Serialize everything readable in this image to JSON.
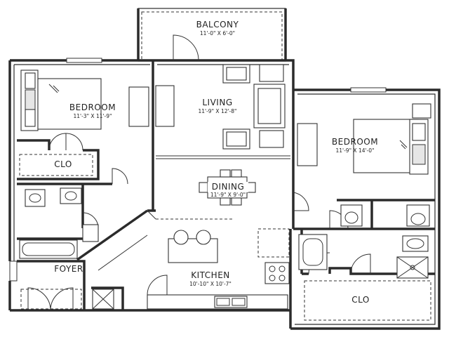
{
  "rooms": {
    "balcony": {
      "name": "BALCONY",
      "dims": "11'-0\" X 6'-0\""
    },
    "bedroom1": {
      "name": "BEDROOM",
      "dims": "11'-3\" X 11'-9\""
    },
    "living": {
      "name": "LIVING",
      "dims": "11'-9\" X 12'-8\""
    },
    "bedroom2": {
      "name": "BEDROOM",
      "dims": "11'-9\" X 14'-0\""
    },
    "dining": {
      "name": "DINING",
      "dims": "11'-9\" X 9'-0\""
    },
    "kitchen": {
      "name": "KITCHEN",
      "dims": "10'-10\" X 10'-7\""
    },
    "closet1": {
      "name": "CLO"
    },
    "closet2": {
      "name": "CLO"
    },
    "foyer": {
      "name": "FOYER"
    }
  }
}
